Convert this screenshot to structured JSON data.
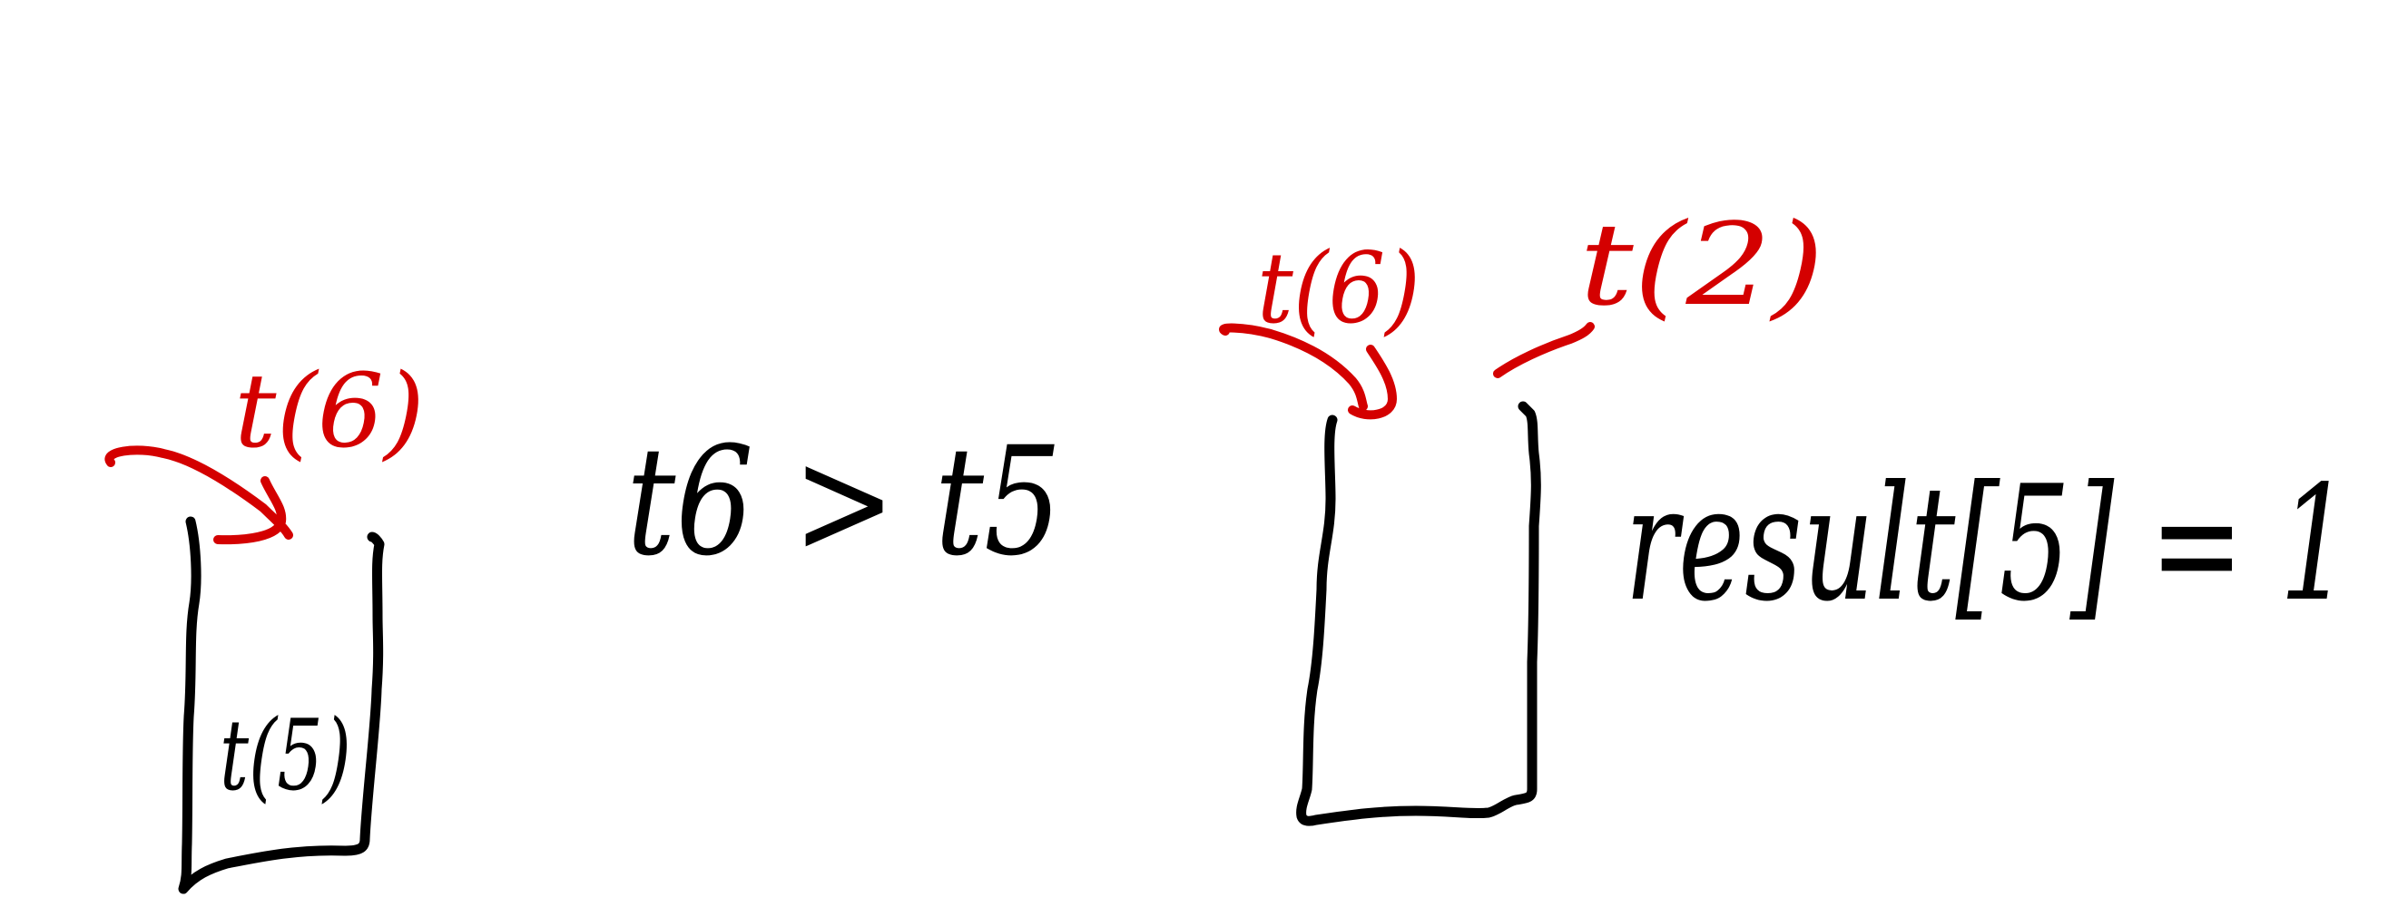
{
  "colors": {
    "ink": "#000000",
    "accent_red": "#d40000",
    "background": "#ffffff"
  },
  "left_stack": {
    "inside_label": "t(5)",
    "pushed_label": "t(6)"
  },
  "comparison": {
    "text": "t6 > t5"
  },
  "right_stack": {
    "pushed_label": "t(6)",
    "next_label": "t(2)"
  },
  "result": {
    "text": "result[5] = 1"
  }
}
